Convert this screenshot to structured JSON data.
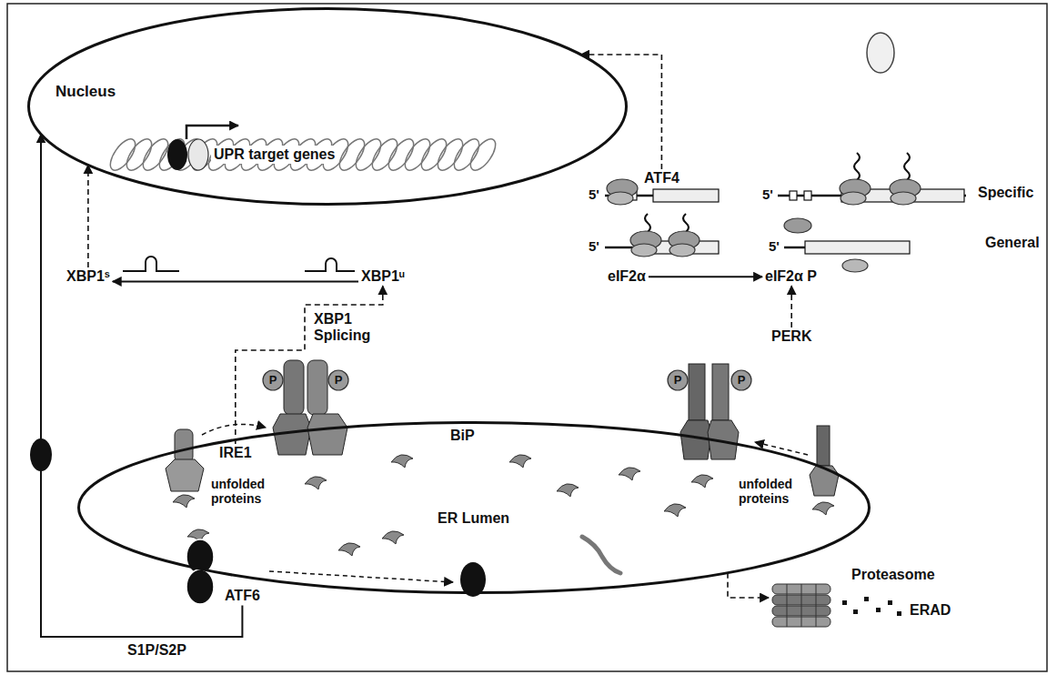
{
  "diagram": {
    "nodes": [
      {
        "text": [
          "Nucleus"
        ]
      },
      {
        "text": [
          "UPR target genes"
        ],
        "in": 0
      },
      {
        "text": [
          "ER Lumen"
        ]
      },
      {
        "text": [
          "IRE1"
        ]
      },
      {
        "text": [
          "XBP1ᵘ"
        ]
      },
      {
        "text": [
          "XBP1ˢ"
        ]
      },
      {
        "text": [
          "PERK"
        ]
      },
      {
        "text": [
          "eIF2α"
        ]
      },
      {
        "text": [
          "eIF2α P"
        ]
      },
      {
        "text": [
          "ATF4"
        ]
      },
      {
        "text": [
          "ATF6"
        ]
      },
      {
        "text": [
          "Proteasome"
        ]
      }
    ],
    "edges": [
      {
        "from": 3,
        "to": 4,
        "arrow": "to",
        "label": "XBP1 Splicing"
      },
      {
        "from": 4,
        "to": 5,
        "arrow": "to"
      },
      {
        "from": 5,
        "to": 0,
        "arrow": "to"
      },
      {
        "from": 6,
        "to": 8,
        "arrow": "to"
      },
      {
        "from": 7,
        "to": 8,
        "arrow": "to"
      },
      {
        "from": 9,
        "to": 0,
        "arrow": "to"
      },
      {
        "from": 10,
        "to": 0,
        "arrow": "to",
        "label": "S1P/S2P"
      },
      {
        "from": 2,
        "to": 11,
        "arrow": "to"
      }
    ],
    "labels": [
      "P",
      "P",
      "P",
      "P",
      "BiP",
      "unfolded proteins",
      "unfolded proteins",
      "5'",
      "5'",
      "Specific",
      "5'",
      "5'",
      "General",
      "ERAD"
    ]
  }
}
